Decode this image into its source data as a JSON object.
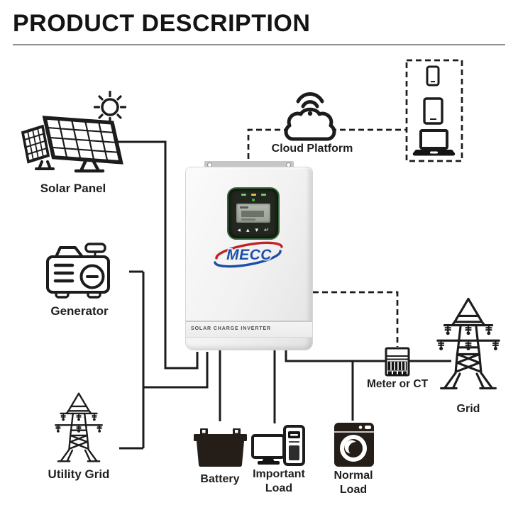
{
  "title": "PRODUCT DESCRIPTION",
  "nodes": {
    "solar_panel": {
      "label": "Solar Panel"
    },
    "cloud_platform": {
      "label": "Cloud Platform"
    },
    "generator": {
      "label": "Generator"
    },
    "utility_grid": {
      "label": "Utility Grid"
    },
    "battery": {
      "label": "Battery"
    },
    "important_load": {
      "label": "Important Load"
    },
    "normal_load": {
      "label": "Normal Load"
    },
    "meter": {
      "label": "Meter or CT"
    },
    "grid": {
      "label": "Grid"
    }
  },
  "inverter": {
    "brand": "MECC",
    "product_label": "SOLAR CHARGE INVERTER",
    "display_buttons": [
      "◂",
      "▴",
      "▾",
      "↵"
    ]
  },
  "colors": {
    "line": "#1c1c1c",
    "logo_blue": "#1b4fa8",
    "logo_red": "#c22127",
    "display_ring_green": "#35683a",
    "led_green": "#74c476",
    "led_yellow": "#d9c24a"
  },
  "icons": {
    "sun-icon": "radiating circle",
    "solar-panel-icon": "two tilted PV modules",
    "cloud-wifi-icon": "cloud with wifi signal",
    "phone-icon": "smartphone",
    "tablet-icon": "tablet",
    "laptop-icon": "laptop",
    "generator-icon": "portable genset",
    "tower-icon": "transmission tower",
    "meter-icon": "energy meter",
    "battery-icon": "lead-acid battery",
    "monitor-icon": "desktop monitor",
    "pc-tower-icon": "computer tower",
    "washing-machine-icon": "washing machine"
  }
}
